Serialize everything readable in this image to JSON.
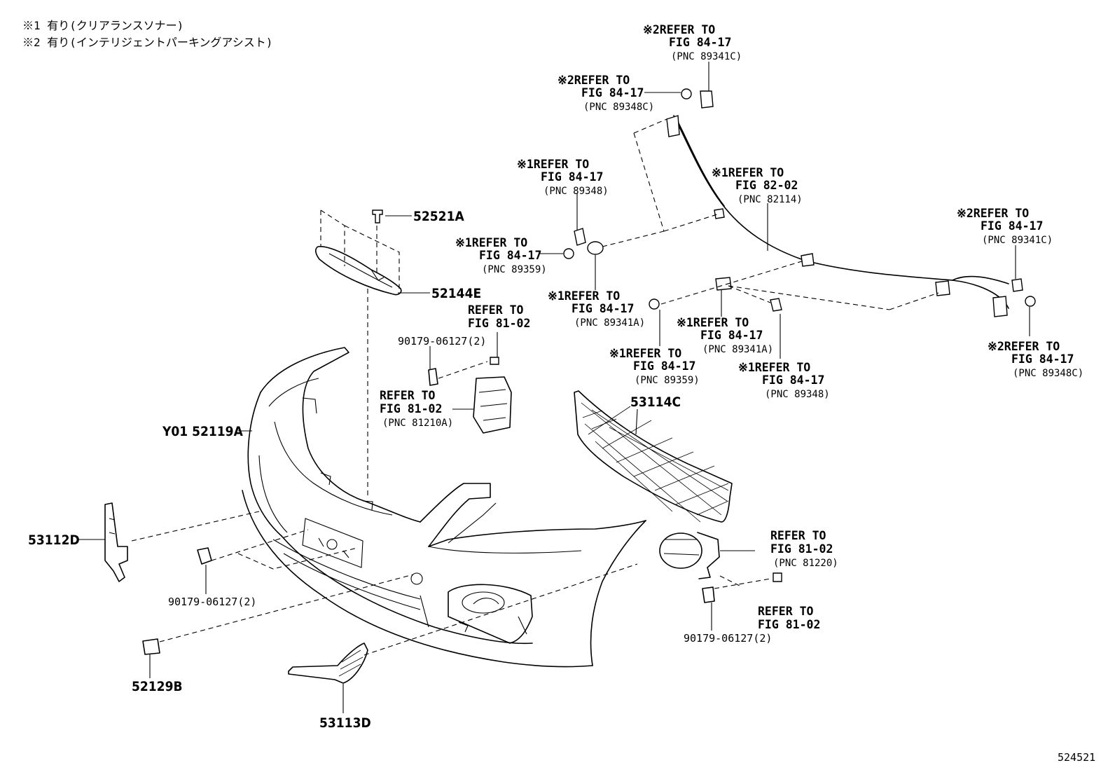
{
  "notes": [
    "※1 有り(クリアランスソナー)",
    "※2 有り(インテリジェントパーキングアシスト)"
  ],
  "labels": {
    "refer_to": "REFER TO",
    "fig_84_17": "FIG 84-17",
    "fig_82_02": "FIG 82-02",
    "fig_81_02": "FIG 81-02",
    "mark_1": "※1",
    "mark_2": "※2"
  },
  "pnc": {
    "p89341C": "(PNC 89341C)",
    "p89348C": "(PNC 89348C)",
    "p89348": "(PNC 89348)",
    "p82114": "(PNC 82114)",
    "p89359": "(PNC 89359)",
    "p89341A": "(PNC 89341A)",
    "p81210A": "(PNC 81210A)",
    "p81220": "(PNC 81220)"
  },
  "parts": {
    "p52521A": "52521A",
    "p52144E": "52144E",
    "p90179_2": "90179-06127(2)",
    "p53114C": "53114C",
    "p52119A": "Y01 52119A",
    "p53112D": "53112D",
    "p52129B": "52129B",
    "p53113D": "53113D"
  },
  "illustration_id": "524521"
}
